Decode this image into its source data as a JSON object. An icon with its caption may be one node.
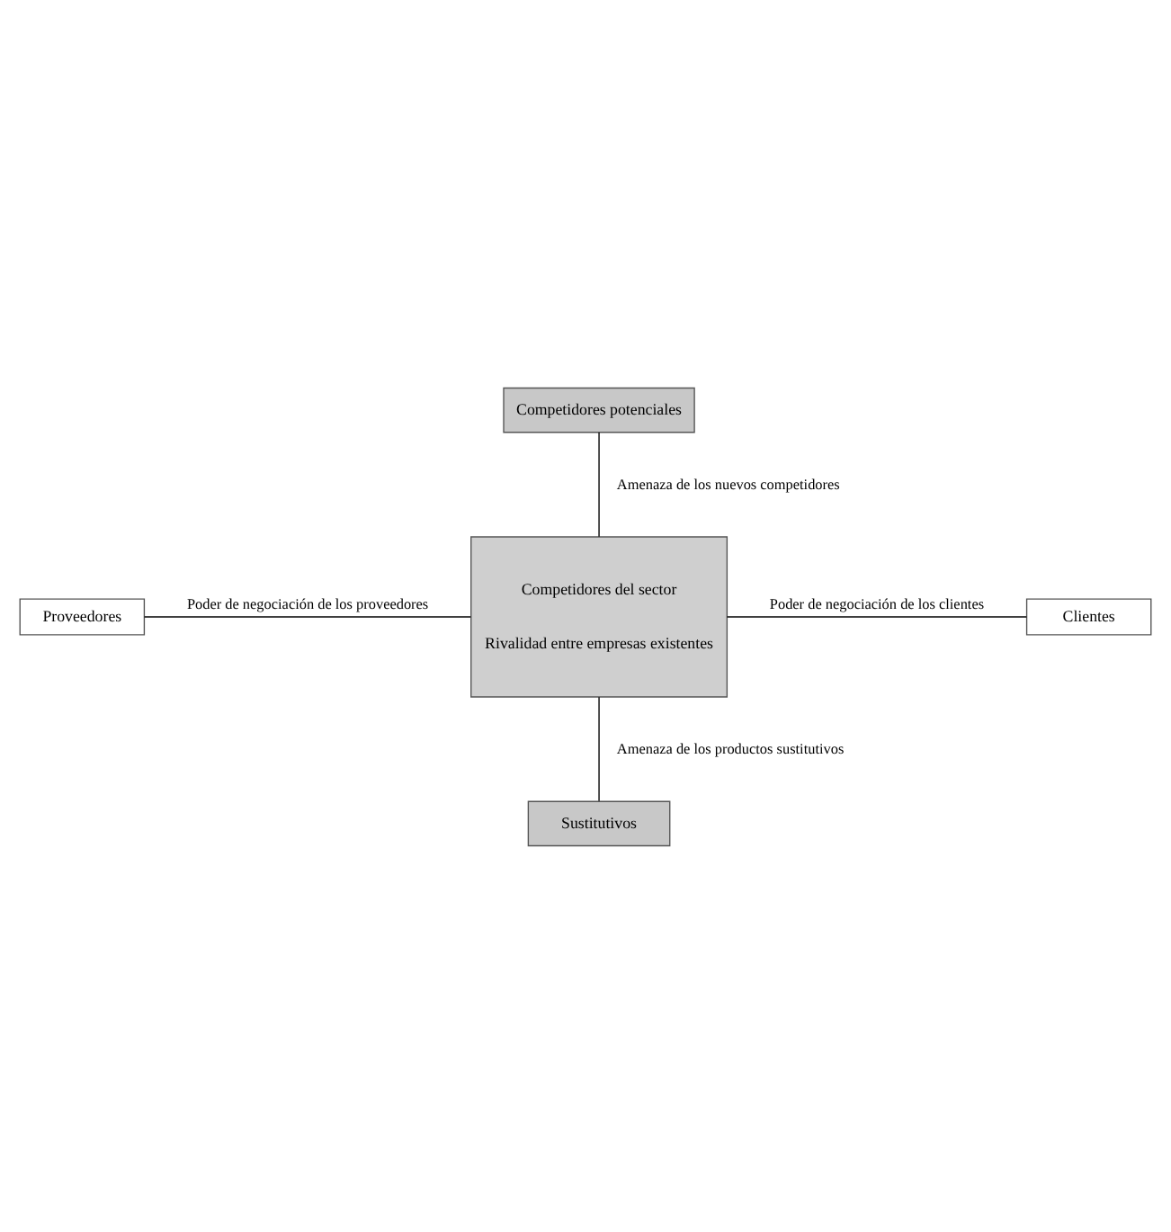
{
  "diagram": {
    "nodes": [
      {
        "text": [
          "Competidores potenciales"
        ]
      },
      {
        "text": [
          "Proveedores"
        ]
      },
      {
        "text": [
          "Competidores del sector",
          "Rivalidad entre empresas existentes"
        ]
      },
      {
        "text": [
          "Clientes"
        ]
      },
      {
        "text": [
          "Sustitutivos"
        ]
      }
    ],
    "edges": [
      {
        "from": 0,
        "to": 2,
        "arrow": "none",
        "label": "Amenaza de los nuevos competidores"
      },
      {
        "from": 1,
        "to": 2,
        "arrow": "none",
        "label": "Poder de negociación de los proveedores"
      },
      {
        "from": 2,
        "to": 3,
        "arrow": "none",
        "label": "Poder de negociación de los clientes"
      },
      {
        "from": 2,
        "to": 4,
        "arrow": "none",
        "label": "Amenaza de los productos sustitutivos"
      }
    ]
  }
}
